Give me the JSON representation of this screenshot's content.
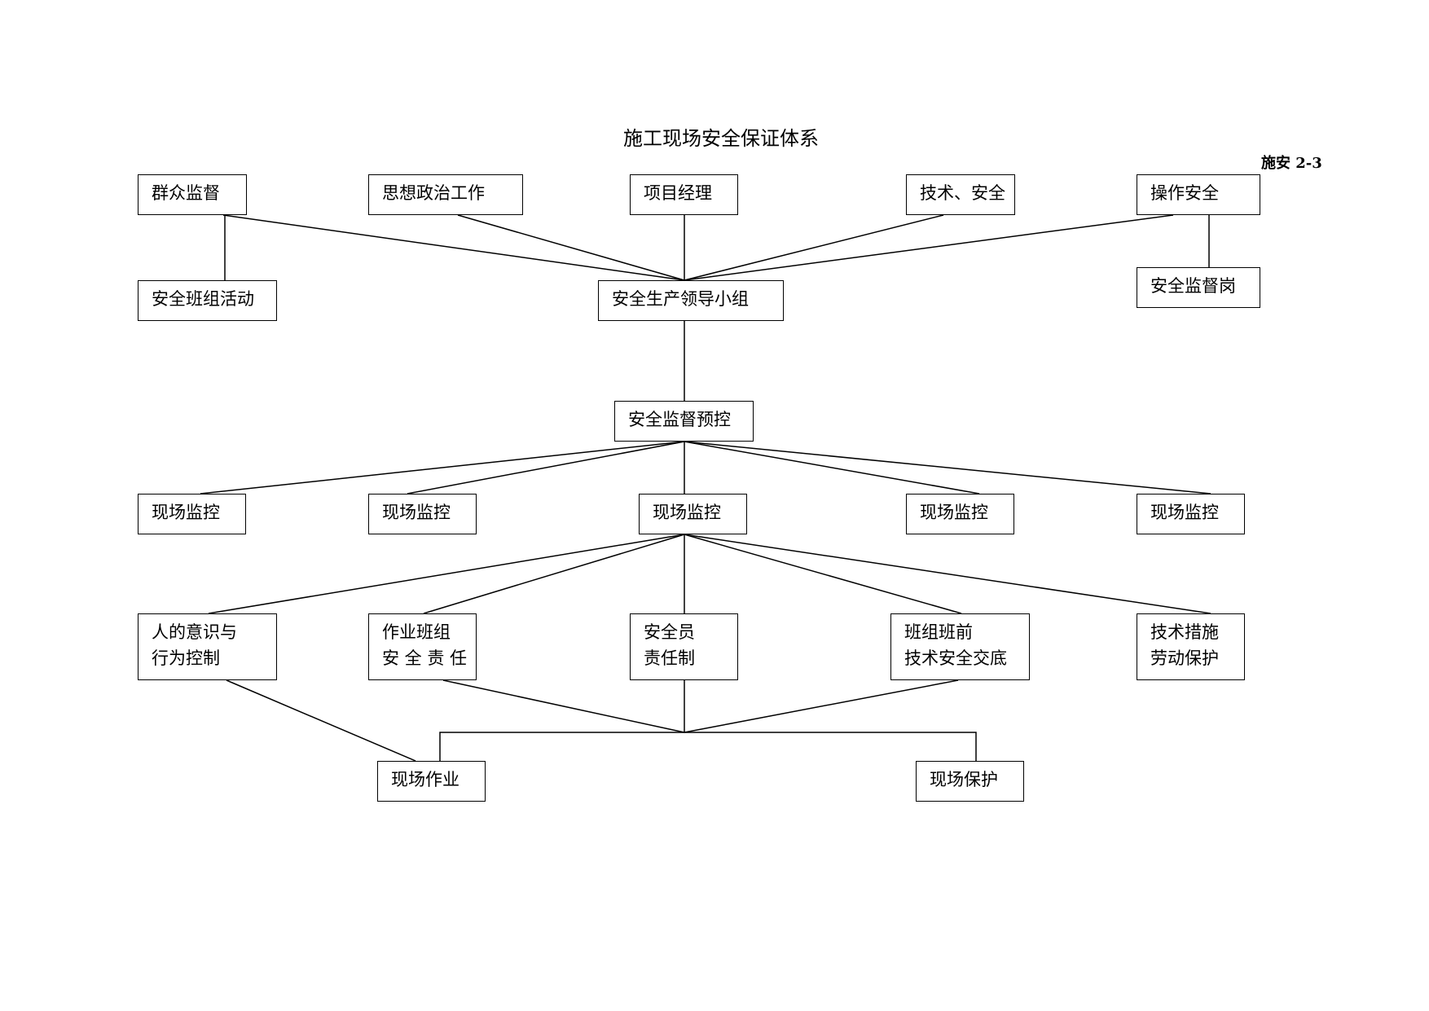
{
  "title": "施工现场安全保证体系",
  "code": "施安 2-3",
  "nodes": {
    "mass_supervision": "群众监督",
    "political_work": "思想政治工作",
    "project_manager": "项目经理",
    "tech_safety": "技术、安全",
    "operation_safety": "操作安全",
    "team_activity": "安全班组活动",
    "leading_group": "安全生产领导小组",
    "supervision_post": "安全监督岗",
    "supervision_control": "安全监督预控",
    "site_monitor_1": "现场监控",
    "site_monitor_2": "现场监控",
    "site_monitor_3": "现场监控",
    "site_monitor_4": "现场监控",
    "site_monitor_5": "现场监控",
    "human_awareness": [
      "人的意识与",
      "行为控制"
    ],
    "team_responsibility": [
      "作业班组",
      "安 全 责 任"
    ],
    "safety_officer": [
      "安全员",
      "责任制"
    ],
    "pre_shift_briefing": [
      "班组班前",
      "技术安全交底"
    ],
    "tech_measures": [
      "技术措施",
      "劳动保护"
    ],
    "site_operation": "现场作业",
    "site_protection": "现场保护"
  }
}
